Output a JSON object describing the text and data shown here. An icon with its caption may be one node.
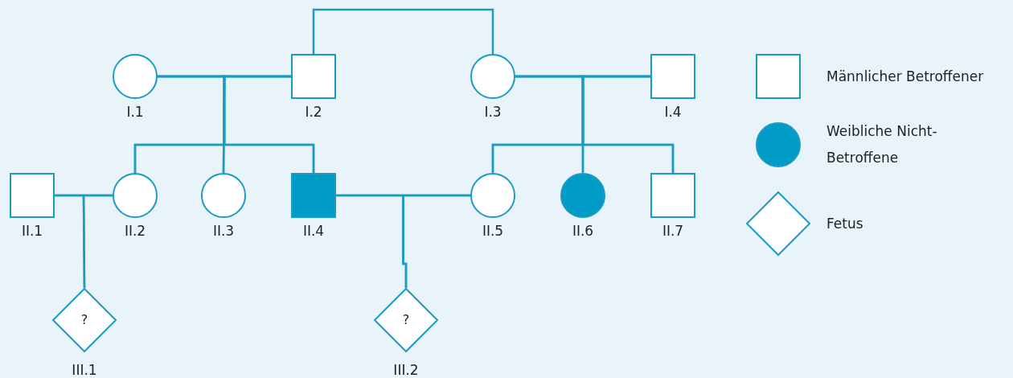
{
  "diagram": {
    "nodes": [
      {
        "text": [
          "I.1"
        ]
      },
      {
        "text": [
          "I.2"
        ]
      },
      {
        "text": [
          "I.3"
        ]
      },
      {
        "text": [
          "I.4"
        ]
      },
      {
        "text": [
          "II.1"
        ]
      },
      {
        "text": [
          "II.2"
        ]
      },
      {
        "text": [
          "II.3"
        ]
      },
      {
        "text": [
          "II.4"
        ]
      },
      {
        "text": [
          "II.5"
        ]
      },
      {
        "text": [
          "II.6"
        ]
      },
      {
        "text": [
          "II.7"
        ]
      },
      {
        "text": [
          "?",
          "III.1"
        ]
      },
      {
        "text": [
          "?",
          "III.2"
        ]
      }
    ],
    "edges": [
      {
        "from": 0,
        "to": 1,
        "arrow": "none"
      },
      {
        "from": 1,
        "to": 2,
        "arrow": "none"
      },
      {
        "from": 2,
        "to": 3,
        "arrow": "none"
      },
      {
        "from": 0,
        "to": 5,
        "arrow": "none"
      },
      {
        "from": 1,
        "to": 5,
        "arrow": "none"
      },
      {
        "from": 0,
        "to": 6,
        "arrow": "none"
      },
      {
        "from": 1,
        "to": 6,
        "arrow": "none"
      },
      {
        "from": 0,
        "to": 7,
        "arrow": "none"
      },
      {
        "from": 1,
        "to": 7,
        "arrow": "none"
      },
      {
        "from": 2,
        "to": 8,
        "arrow": "none"
      },
      {
        "from": 3,
        "to": 8,
        "arrow": "none"
      },
      {
        "from": 2,
        "to": 9,
        "arrow": "none"
      },
      {
        "from": 3,
        "to": 9,
        "arrow": "none"
      },
      {
        "from": 2,
        "to": 10,
        "arrow": "none"
      },
      {
        "from": 3,
        "to": 10,
        "arrow": "none"
      },
      {
        "from": 4,
        "to": 5,
        "arrow": "none"
      },
      {
        "from": 7,
        "to": 8,
        "arrow": "none"
      },
      {
        "from": 4,
        "to": 11,
        "arrow": "none"
      },
      {
        "from": 5,
        "to": 11,
        "arrow": "none"
      },
      {
        "from": 7,
        "to": 12,
        "arrow": "none"
      },
      {
        "from": 8,
        "to": 12,
        "arrow": "none"
      }
    ],
    "legend": [
      {
        "text": "Männlicher Betroffener"
      },
      {
        "text": "Weibliche Nicht-Betroffene",
        "color": "#009cc6"
      },
      {
        "text": "Fetus"
      }
    ]
  }
}
